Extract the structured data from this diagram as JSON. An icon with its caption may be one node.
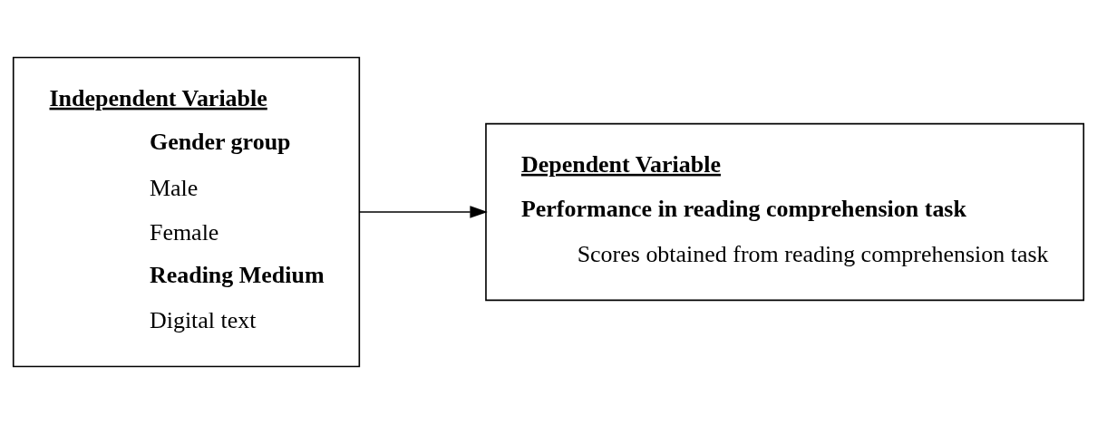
{
  "diagram": {
    "nodes": [
      {
        "text": [
          "Independent Variable",
          "Gender group",
          "Male",
          "Female",
          "Reading Medium",
          "Digital text"
        ]
      },
      {
        "text": [
          "Dependent Variable",
          "Performance in reading comprehension task",
          "Scores obtained from reading comprehension task"
        ]
      }
    ],
    "edges": [
      {
        "from": 0,
        "to": 1,
        "arrow": "to"
      }
    ]
  }
}
